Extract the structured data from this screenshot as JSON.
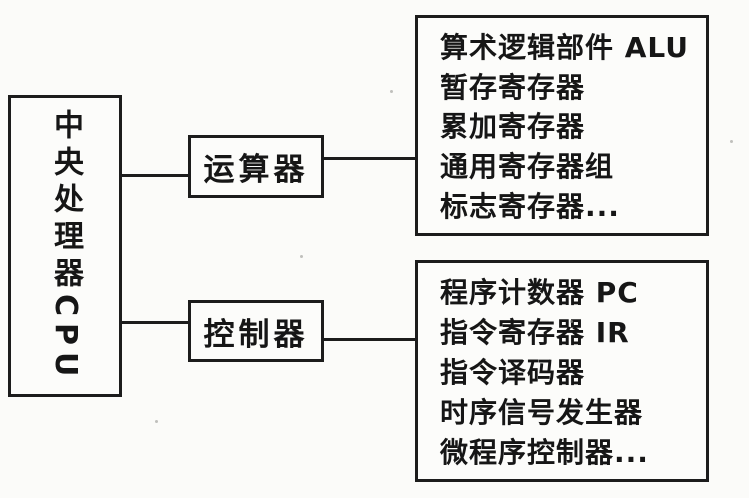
{
  "diagram": {
    "title_semantic": "CPU structure diagram",
    "root": {
      "label_cjk": "中央处理器",
      "label_latin": "CPU"
    },
    "branches": [
      {
        "label": "运算器",
        "components": [
          "算术逻辑部件 ALU",
          "暂存寄存器",
          "累加寄存器",
          "通用寄存器组",
          "标志寄存器..."
        ]
      },
      {
        "label": "控制器",
        "components": [
          "程序计数器 PC",
          "指令寄存器 IR",
          "指令译码器",
          "时序信号发生器",
          "微程序控制器..."
        ]
      }
    ],
    "colors": {
      "ink": "#1c1c1c",
      "background": "#fbfbf9"
    }
  }
}
